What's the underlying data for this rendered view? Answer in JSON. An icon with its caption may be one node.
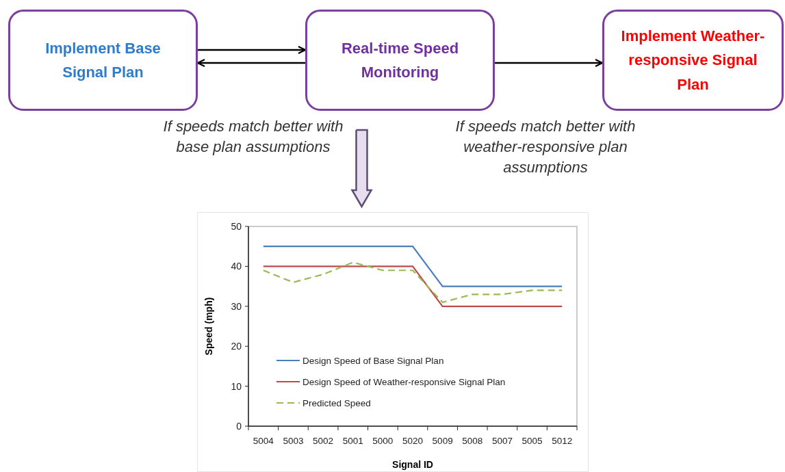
{
  "diagram": {
    "nodes": [
      {
        "text": [
          "Implement Base Signal Plan"
        ]
      },
      {
        "text": [
          "Real-time Speed Monitoring"
        ]
      },
      {
        "text": [
          "Implement Weather-responsive Signal Plan"
        ]
      },
      {
        "text": [],
        "shape": "box"
      }
    ],
    "edges": [
      {
        "from": 0,
        "to": 1,
        "arrow": "to"
      },
      {
        "from": 1,
        "to": 0,
        "arrow": "to",
        "label": "If speeds match better with base plan assumptions"
      },
      {
        "from": 1,
        "to": 2,
        "arrow": "to",
        "label": "If speeds match better with weather-responsive plan assumptions"
      },
      {
        "from": 1,
        "to": 3,
        "arrow": "to",
        "style": "thick",
        "color": "#5f4b73"
      }
    ],
    "chart_data": {
      "type": "line",
      "xlabel": "Signal ID",
      "ylabel": "Speed (mph)",
      "categories": [
        "5004",
        "5003",
        "5002",
        "5001",
        "5000",
        "5020",
        "5009",
        "5008",
        "5007",
        "5005",
        "5012"
      ],
      "series": [
        {
          "name": "Design Speed of Base Signal Plan",
          "color": "#4a7ebb",
          "values": [
            45,
            45,
            45,
            45,
            45,
            45,
            35,
            35,
            35,
            35,
            35
          ]
        },
        {
          "name": "Design Speed of Weather-responsive Signal Plan",
          "color": "#be4b48",
          "values": [
            40,
            40,
            40,
            40,
            40,
            40,
            30,
            30,
            30,
            30,
            30
          ]
        },
        {
          "name": "Predicted Speed",
          "color": "#98b954",
          "line_style": "dashed",
          "values": [
            39,
            36,
            38,
            41,
            39,
            39,
            31,
            33,
            33,
            34,
            34
          ]
        }
      ],
      "legend": "lower left",
      "ylim": [
        0,
        50
      ],
      "yticks": [
        0,
        10,
        20,
        30,
        40,
        50
      ]
    }
  }
}
